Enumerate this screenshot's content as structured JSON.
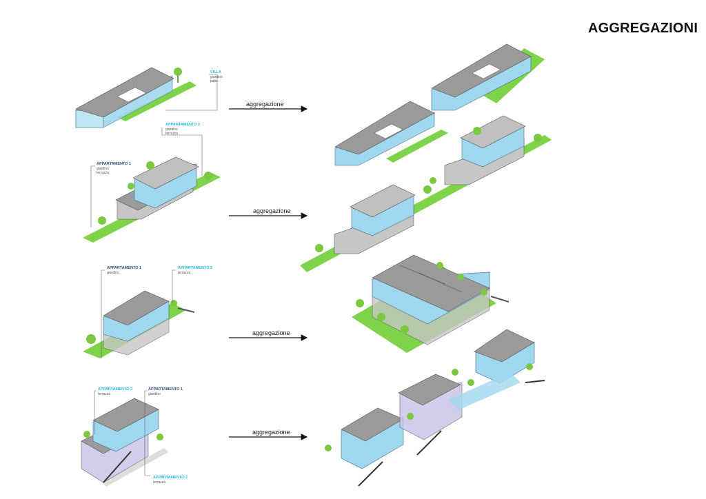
{
  "title": "AGGREGAZIONI",
  "arrow_label": "aggregazione",
  "row1": {
    "villa": {
      "title": "VILLA",
      "line1": "giardino",
      "line2": "patio"
    }
  },
  "row2": {
    "apt1": {
      "title": "APPARTAMENTO 1",
      "line1": "giardino",
      "line2": "terrazza"
    },
    "apt2": {
      "title": "APPARTAMENTO 2",
      "line1": "giardino",
      "line2": "terrazza"
    }
  },
  "row3": {
    "apt1": {
      "title": "APPARTAMENTO 1",
      "line1": "giardino"
    },
    "apt2": {
      "title": "APPARTAMENTO 2",
      "line1": "terrazza"
    }
  },
  "row4": {
    "apt3": {
      "title": "APPARTAMENTO 3",
      "line1": "terrazza"
    },
    "apt1": {
      "title": "APPARTAMENTO 1",
      "line1": "giardino"
    },
    "apt2": {
      "title": "APPARTAMENTO 2",
      "line1": "terrazza"
    }
  },
  "colors": {
    "roof": "#9a9a9a",
    "glass": "#9fd8ee",
    "lawn": "#7fd34a",
    "tree": "#7cc840",
    "label_accent": "#29b6e6"
  }
}
